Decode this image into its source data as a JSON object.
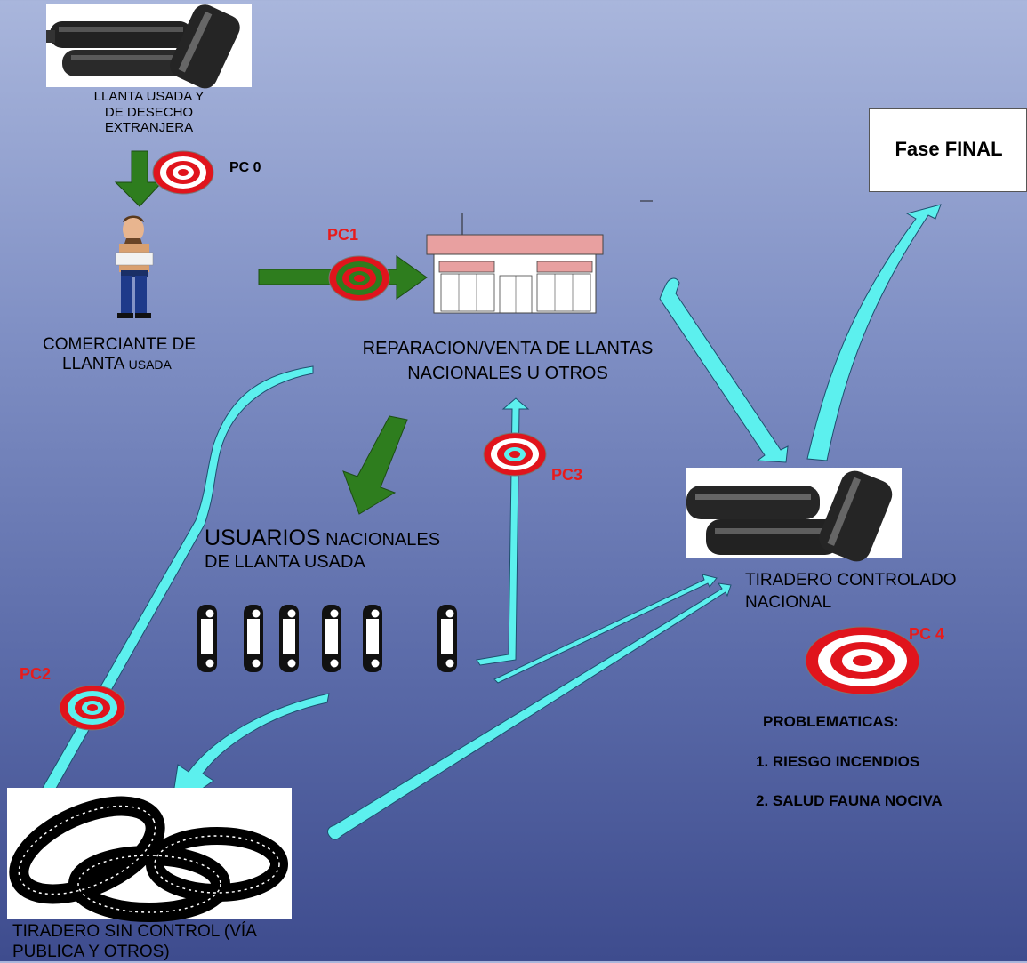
{
  "nodes": {
    "foreign_tires": {
      "line1": "LLANTA USADA Y",
      "line2": "DE DESECHO",
      "line3": "EXTRANJERA"
    },
    "merchant": {
      "line1_big": "COMERCIANTE DE",
      "line2_big": "LLANTA",
      "line2_small": "USADA"
    },
    "repair_shop": {
      "line1": "REPARACION/VENTA DE LLANTAS",
      "line2": "NACIONALES U OTROS"
    },
    "users": {
      "line1_big": "USUARIOS",
      "line1_small": "NACIONALES",
      "line2": "DE LLANTA USADA"
    },
    "controlled_dump": {
      "line1": "TIRADERO CONTROLADO",
      "line2": "NACIONAL"
    },
    "uncontrolled_dump": {
      "line1": "TIRADERO SIN CONTROL (VÍA",
      "line2": "PUBLICA Y OTROS)"
    },
    "final": {
      "label": "Fase FINAL"
    }
  },
  "control_points": {
    "pc0": "PC 0",
    "pc1": "PC1",
    "pc2": "PC2",
    "pc3": "PC3",
    "pc4": "PC 4"
  },
  "problems": {
    "title": "PROBLEMATICAS:",
    "items": [
      "1. RIESGO INCENDIOS",
      "2. SALUD FAUNA NOCIVA"
    ]
  },
  "colors": {
    "green_arrow": "#2e7d1e",
    "cyan_arrow": "#5cf0ee",
    "target_red": "#e0141c",
    "label_red": "#e81b1b"
  }
}
